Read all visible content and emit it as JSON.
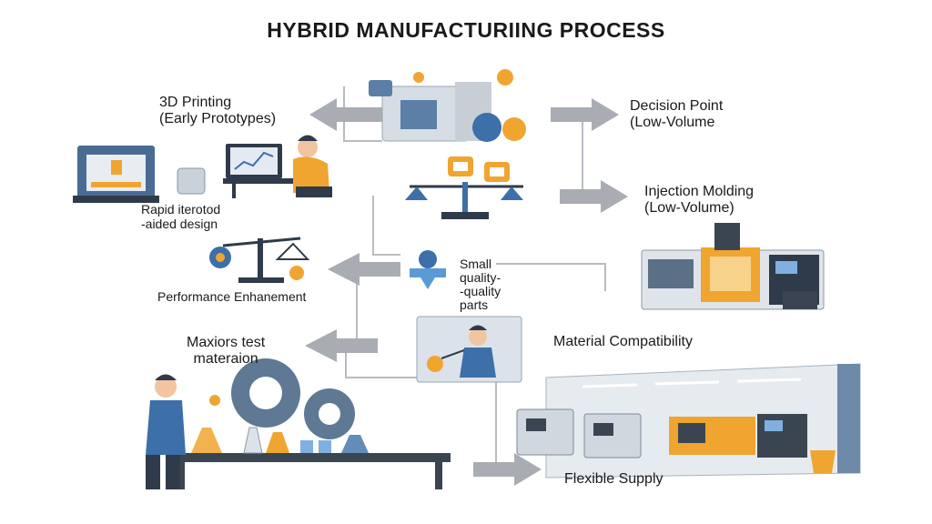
{
  "title": "HYBRID MANUFACTURIING PROCESS",
  "nodes": {
    "printing": {
      "line1": "3D Printing",
      "line2": "(Early Prototypes)"
    },
    "decision": {
      "line1": "Decision Point",
      "line2": "(Low-Volume"
    },
    "injection": {
      "line1": "Injection Molding",
      "line2": "(Low-Volume)"
    },
    "rapid": {
      "line1": "Rapid iterotod",
      "line2": "-aided design"
    },
    "performance": {
      "label": "Performance Enhanement"
    },
    "small": {
      "line1": "Small",
      "line2": "quality-",
      "line3": "-quality",
      "line4": "parts"
    },
    "maxiors": {
      "line1": "Maxiors test",
      "line2": "materaion"
    },
    "material": {
      "label": "Material Compatibility"
    },
    "flexible": {
      "label": "Flexible Supply"
    }
  },
  "colors": {
    "arrow": "#a9adb3",
    "line": "#b8bcc2",
    "blue": "#3d6fa8",
    "orange": "#f0a531",
    "dark": "#2f3b4a",
    "steel": "#5b7fa6"
  },
  "icons": [
    "gear-icon",
    "3d-printer-icon",
    "balance-scale-icon",
    "chat-icon",
    "flask-icon",
    "cnc-machine-icon",
    "factory-icon",
    "engineer-icon",
    "lab-worker-icon"
  ]
}
